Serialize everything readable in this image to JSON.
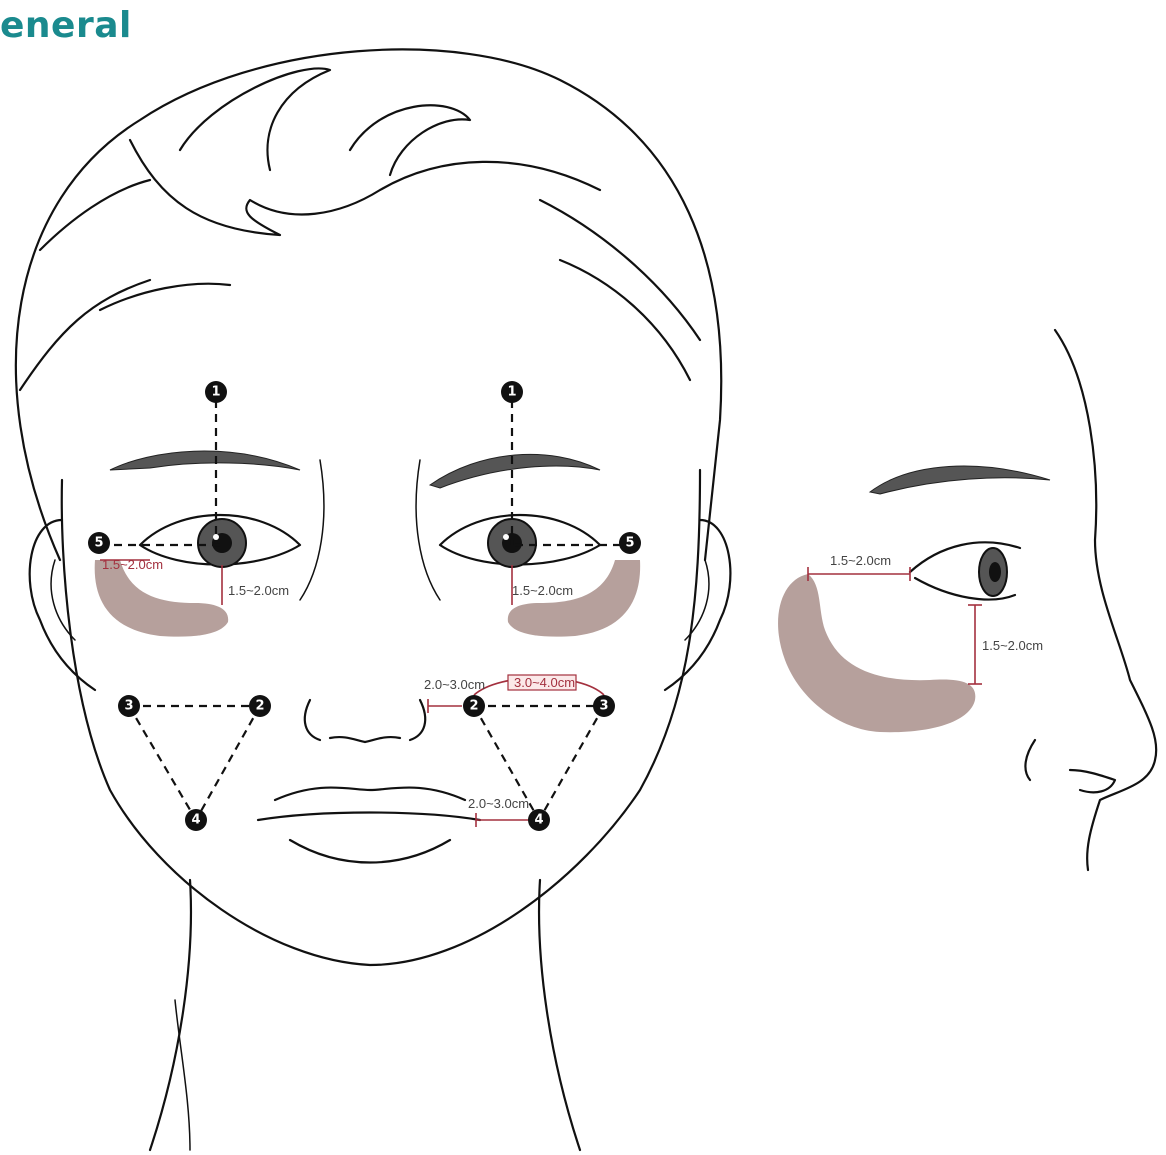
{
  "heading": {
    "text": "eneral",
    "color": "#1a8a8e"
  },
  "colors": {
    "patch_fill": "#b6a09c",
    "measure_red": "#a3303e",
    "line": "#111111"
  },
  "points": {
    "p1": "1",
    "p2": "2",
    "p3": "3",
    "p4": "4",
    "p5": "5"
  },
  "measurements": {
    "under_eye_left": "1.5~2.0cm",
    "under_eye_right": "1.5~2.0cm",
    "outer_corner_left": "1.5~2.0cm",
    "nose_to_point2": "2.0~3.0cm",
    "point2_to_point3": "3.0~4.0cm",
    "mouth_to_point4": "2.0~3.0cm",
    "profile_horizontal": "1.5~2.0cm",
    "profile_vertical": "1.5~2.0cm"
  }
}
